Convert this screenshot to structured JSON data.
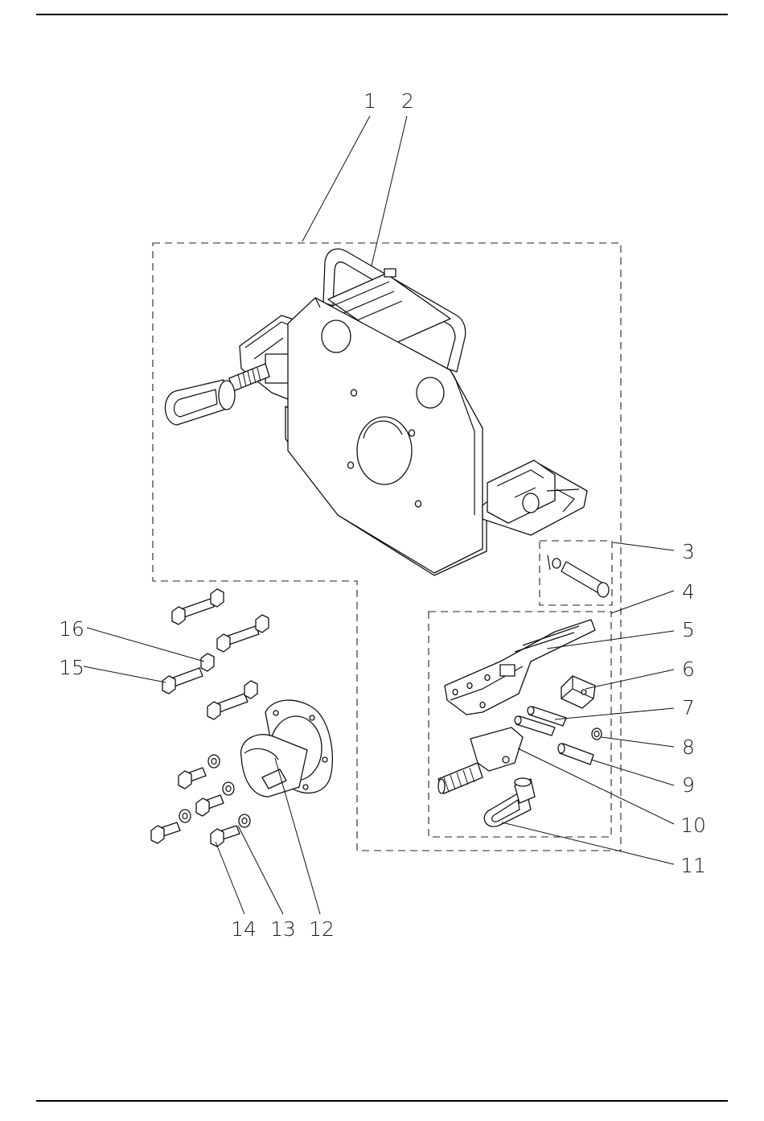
{
  "labels": [
    "1",
    "2",
    "3",
    "4",
    "5",
    "6",
    "7",
    "8",
    "9",
    "10",
    "11",
    "12",
    "13",
    "14",
    "15",
    "16"
  ],
  "colors": {
    "ink": "#111111",
    "paper": "#ffffff"
  }
}
